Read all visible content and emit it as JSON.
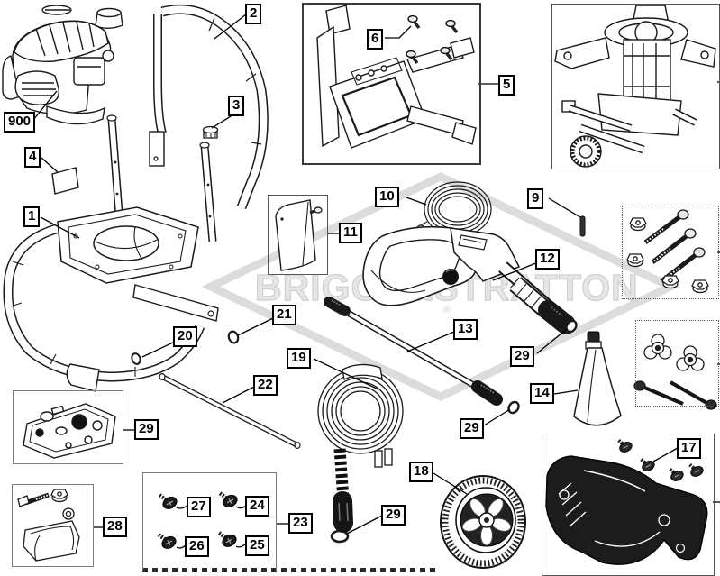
{
  "diagram": {
    "watermark": "BRIGGS&STRATTON",
    "registered_mark": "®"
  },
  "callouts": [
    {
      "id": "engine",
      "label": "900"
    },
    {
      "id": "handle",
      "label": "2"
    },
    {
      "id": "handle-cap",
      "label": "3"
    },
    {
      "id": "decal",
      "label": "4"
    },
    {
      "id": "base-frame",
      "label": "1"
    },
    {
      "id": "console-screws",
      "label": "6"
    },
    {
      "id": "console-assembly",
      "label": "5"
    },
    {
      "id": "high-pressure-hose-coil",
      "label": "10"
    },
    {
      "id": "pin",
      "label": "9"
    },
    {
      "id": "side-panel",
      "label": "11"
    },
    {
      "id": "spray-gun",
      "label": "12"
    },
    {
      "id": "spray-wand",
      "label": "13"
    },
    {
      "id": "o-ring-gun-end",
      "label": "29"
    },
    {
      "id": "nozzle-cleaner-cone",
      "label": "14"
    },
    {
      "id": "o-ring-wand-end",
      "label": "20"
    },
    {
      "id": "o-ring-frame",
      "label": "21"
    },
    {
      "id": "axle-rod",
      "label": "22"
    },
    {
      "id": "garden-hose",
      "label": "19"
    },
    {
      "id": "o-ring-hose-end",
      "label": "29"
    },
    {
      "id": "wheel",
      "label": "18"
    },
    {
      "id": "gasket-kit",
      "label": "29"
    },
    {
      "id": "o-ring-near-wand",
      "label": "29"
    },
    {
      "id": "screw-kit-box",
      "label": "23"
    },
    {
      "id": "screw-24",
      "label": "24"
    },
    {
      "id": "screw-27",
      "label": "27"
    },
    {
      "id": "screw-26",
      "label": "26"
    },
    {
      "id": "screw-25",
      "label": "25"
    },
    {
      "id": "foot-kit",
      "label": "28"
    },
    {
      "id": "cover-screws",
      "label": "17"
    }
  ]
}
